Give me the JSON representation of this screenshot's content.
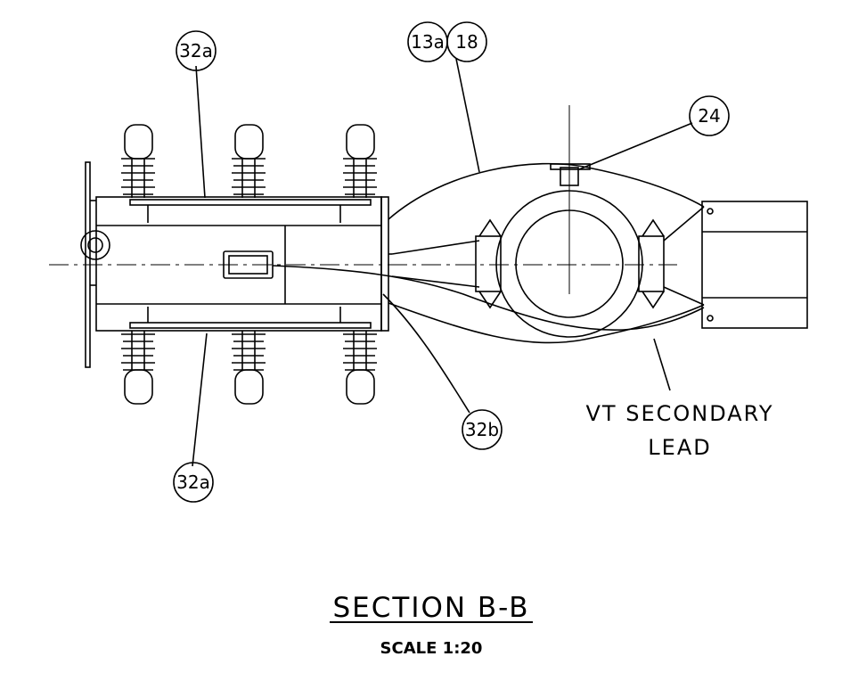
{
  "callouts": {
    "top_left": "32a",
    "top_mid_a": "13a",
    "top_mid_b": "18",
    "right": "24",
    "bottom_mid": "32b",
    "bottom_left": "32a"
  },
  "lead_label": {
    "line1": "VT SECONDARY",
    "line2": "LEAD"
  },
  "caption": {
    "title": "SECTION B-B",
    "scale": "SCALE 1:20"
  }
}
